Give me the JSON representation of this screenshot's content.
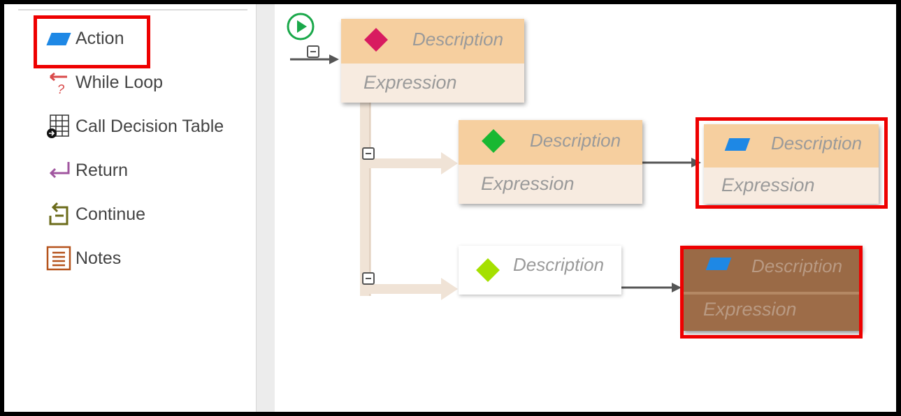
{
  "palette": {
    "items": [
      {
        "label": "Action",
        "icon": "action-parallelogram-icon"
      },
      {
        "label": "While Loop",
        "icon": "while-loop-icon"
      },
      {
        "label": "Call Decision Table",
        "icon": "decision-table-icon"
      },
      {
        "label": "Return",
        "icon": "return-arrow-icon"
      },
      {
        "label": "Continue",
        "icon": "continue-icon"
      },
      {
        "label": "Notes",
        "icon": "notes-icon"
      }
    ]
  },
  "flow": {
    "start_icon": "play-icon",
    "nodes": [
      {
        "id": "condition-root",
        "type": "condition",
        "icon_color": "#d81b60",
        "description": "Description",
        "expression": "Expression"
      },
      {
        "id": "condition-branch-1",
        "type": "condition",
        "icon_color": "#19b832",
        "description": "Description",
        "expression": "Expression"
      },
      {
        "id": "action-branch-1",
        "type": "action",
        "icon_color": "#1e88e5",
        "description": "Description",
        "expression": "Expression"
      },
      {
        "id": "condition-branch-2",
        "type": "condition",
        "icon_color": "#a5e000",
        "description": "Description"
      },
      {
        "id": "action-branch-2",
        "type": "action",
        "icon_color": "#1e88e5",
        "description": "Description",
        "expression": "Expression"
      }
    ]
  },
  "colors": {
    "highlight": "#ee0000",
    "node_header": "#f6cf9f",
    "node_body": "#f7ebe0",
    "selected_node": "#9c6b47"
  }
}
